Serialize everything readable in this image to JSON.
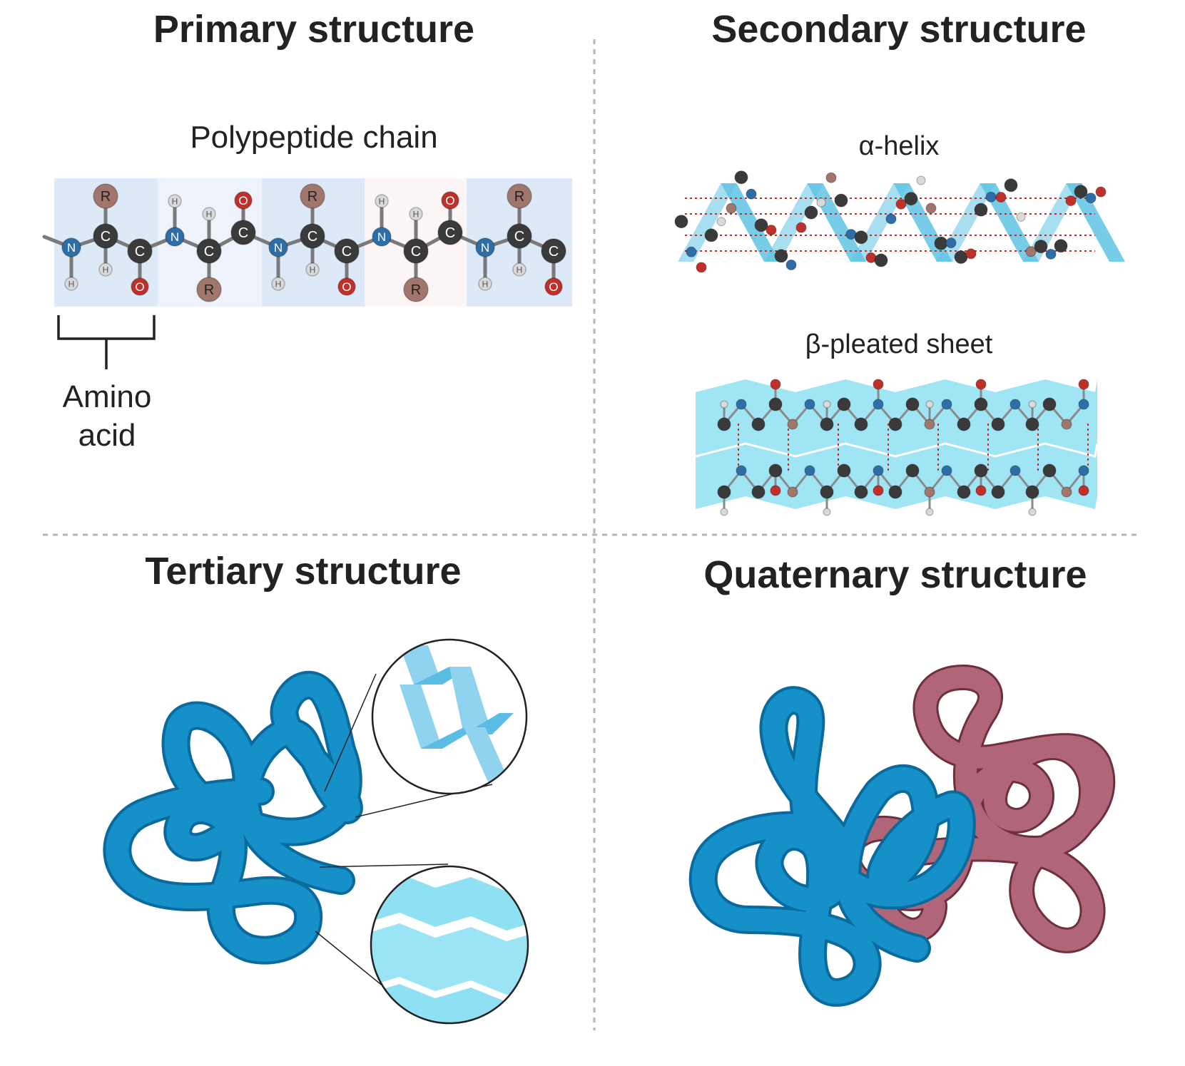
{
  "panels": {
    "primary": {
      "title": "Primary structure",
      "chain_label": "Polypeptide chain",
      "unit_label_line1": "Amino",
      "unit_label_line2": "acid"
    },
    "secondary": {
      "title": "Secondary structure",
      "helix_label": "α-helix",
      "sheet_label": "β-pleated sheet"
    },
    "tertiary": {
      "title": "Tertiary structure"
    },
    "quaternary": {
      "title": "Quaternary structure"
    }
  },
  "atoms": {
    "nitrogen": "N",
    "carbon": "C",
    "oxygen": "O",
    "hydrogen": "H",
    "r_group": "R"
  },
  "colors": {
    "nitrogen": "#2e6ea6",
    "carbon": "#3a3a3a",
    "oxygen": "#c0302b",
    "hydrogen": "#d9d9d9",
    "r_group": "#a0766d",
    "helix_ribbon": "#5fc3e4",
    "sheet_ribbon": "#8ee0f2",
    "protein_blue": "#1690c8",
    "protein_red": "#b06678",
    "residue_bg_blue": "#dde9f7",
    "residue_bg_light": "#eef3fb",
    "residue_bg_pink": "#fbf5f6"
  }
}
